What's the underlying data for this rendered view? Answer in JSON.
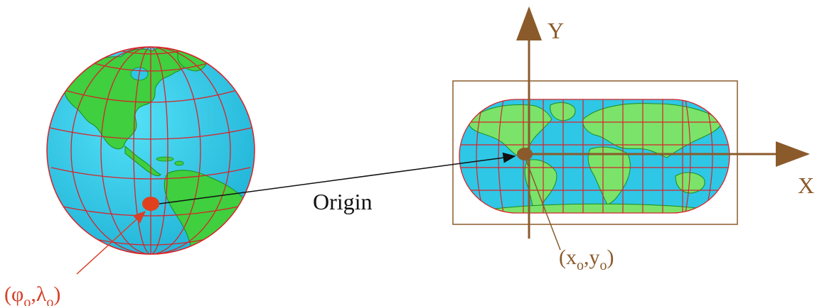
{
  "labels": {
    "origin": "Origin",
    "y_axis": "Y",
    "x_axis": "X",
    "globe_coord_open": "(",
    "globe_coord_phi": "φ",
    "globe_coord_lambda": "λ",
    "globe_coord_sub": "o",
    "globe_coord_sep": ",",
    "globe_coord_close": ")",
    "map_coord_open": "(",
    "map_coord_x": "x",
    "map_coord_y": "y",
    "map_coord_sub": "o",
    "map_coord_sep": ",",
    "map_coord_close": ")"
  },
  "colors": {
    "ocean": "#2ec7e6",
    "land": "#3fcf3f",
    "land_light": "#7be36a",
    "graticule": "#d8232a",
    "point": "#e0401e",
    "axis": "#8b5a2b",
    "arrow": "#111111",
    "globe_label": "#d8402a",
    "map_label": "#8b5a2b"
  }
}
